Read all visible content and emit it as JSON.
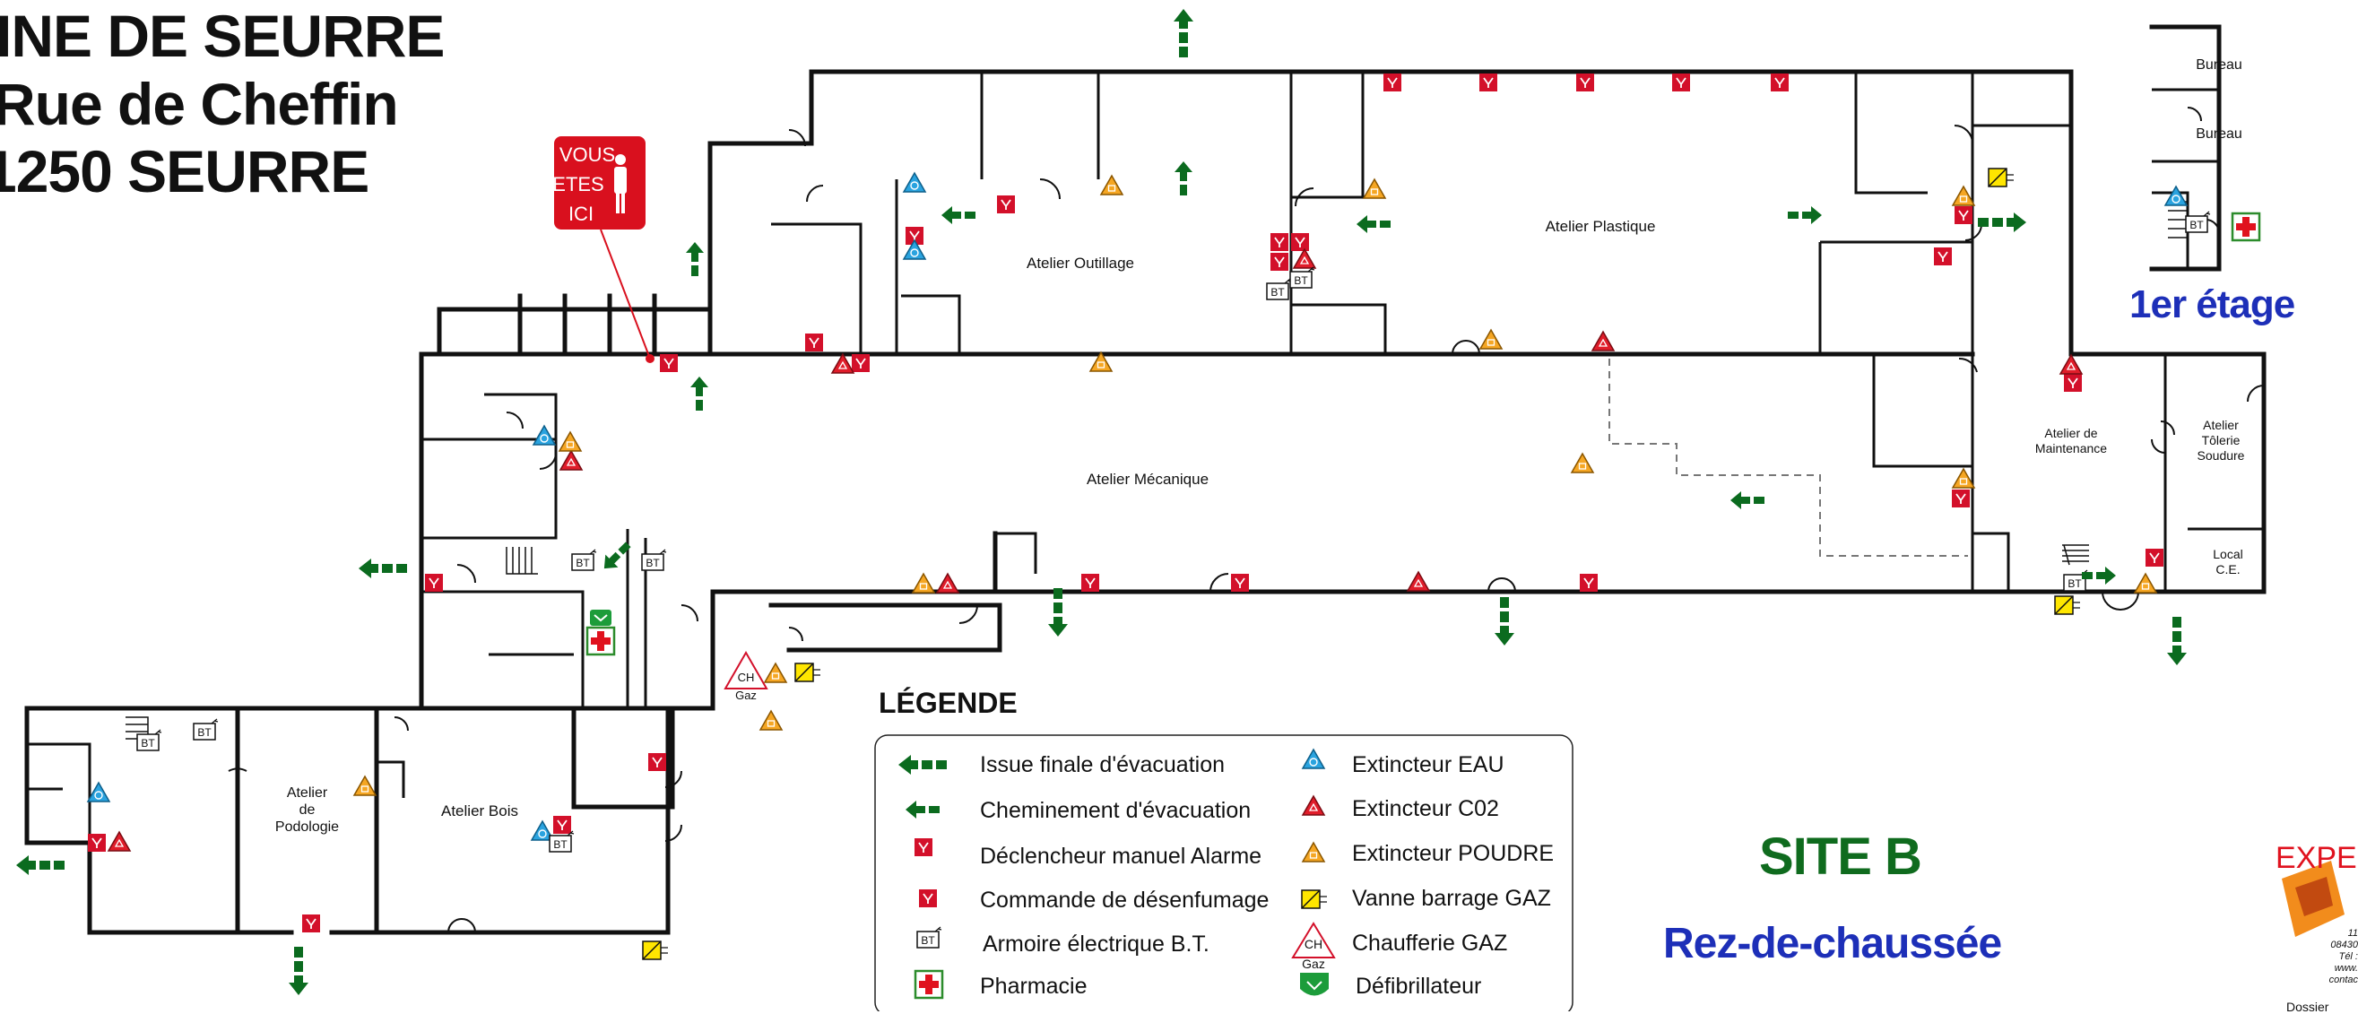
{
  "header": {
    "line1": "INE DE SEURRE",
    "line2": "Rue de Cheffin",
    "line3": "1250 SEURRE"
  },
  "you_are_here": [
    "VOUS",
    "ETES",
    "ICI"
  ],
  "rooms": {
    "atelier_outillage": "Atelier Outillage",
    "atelier_plastique": "Atelier Plastique",
    "atelier_mecanique": "Atelier Mécanique",
    "atelier_maintenance": "Atelier de\nMaintenance",
    "atelier_tolerie": "Atelier\nTôlerie\nSoudure",
    "local_ce": "Local\nC.E.",
    "atelier_podologie": "Atelier\nde\nPodologie",
    "atelier_bois": "Atelier Bois",
    "bureau_1": "Bureau",
    "bureau_2": "Bureau",
    "ch_gaz": "CH\nGaz"
  },
  "floor_upper": "1er étage",
  "site": "SITE B",
  "floor": "Rez-de-chaussée",
  "legend": {
    "title": "LÉGENDE",
    "items": [
      "Issue finale d'évacuation",
      "Cheminement d'évacuation",
      "Déclencheur manuel Alarme",
      "Commande de désenfumage",
      "Armoire électrique B.T.",
      "Pharmacie",
      "Extincteur EAU",
      "Extincteur C02",
      "Extincteur POUDRE",
      "Vanne barrage GAZ",
      "Chaufferie GAZ",
      "Défibrillateur"
    ]
  },
  "logo": {
    "brand": "EXPER",
    "lines": [
      "11",
      "08430",
      "Tél :",
      "www.",
      "contac",
      "Dossier"
    ]
  },
  "colors": {
    "wall": "#111111",
    "exit_green": "#0b6b1f",
    "alarm_red": "#d3102a",
    "water_blue": "#2aa3df",
    "powder_orange": "#f5a623",
    "gas_yellow": "#ffe600",
    "title_green": "#0f6b1e",
    "title_blue": "#1d2fb8",
    "pharmacy_red": "#e0121e"
  }
}
